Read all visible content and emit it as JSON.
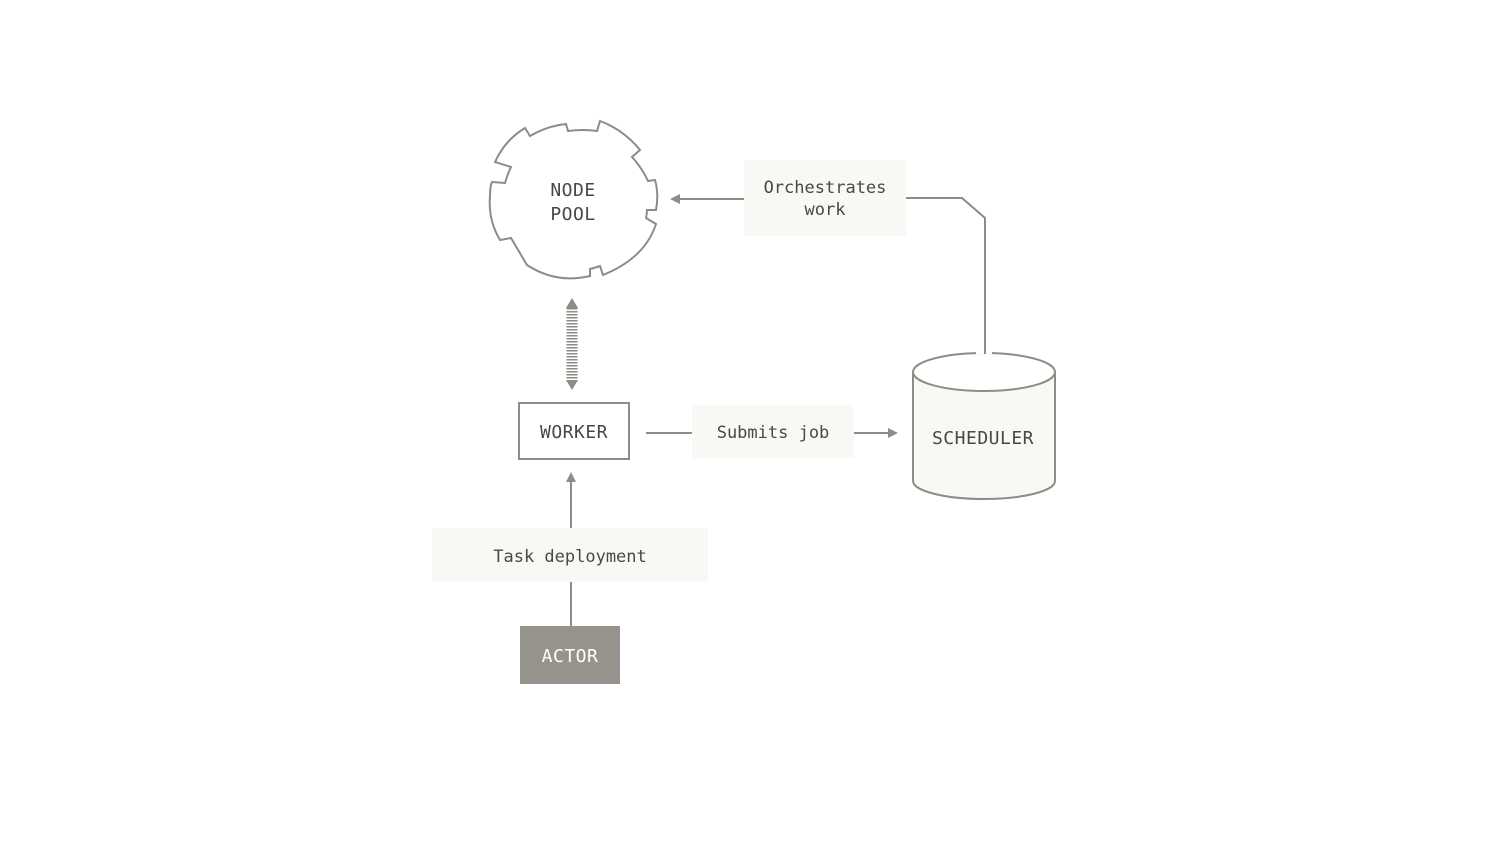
{
  "nodes": {
    "node_pool": {
      "line1": "NODE",
      "line2": "POOL"
    },
    "worker": {
      "label": "WORKER"
    },
    "scheduler": {
      "label": "SCHEDULER"
    },
    "actor": {
      "label": "ACTOR"
    }
  },
  "edges": {
    "orchestrates": {
      "line1": "Orchestrates",
      "line2": "work"
    },
    "submits": {
      "label": "Submits job"
    },
    "deploy": {
      "label": "Task deployment"
    }
  },
  "colors": {
    "line": "#8e8c86",
    "actor_fill": "#95938b",
    "label_bg": "#f9f8f4",
    "text": "#4a4844"
  }
}
